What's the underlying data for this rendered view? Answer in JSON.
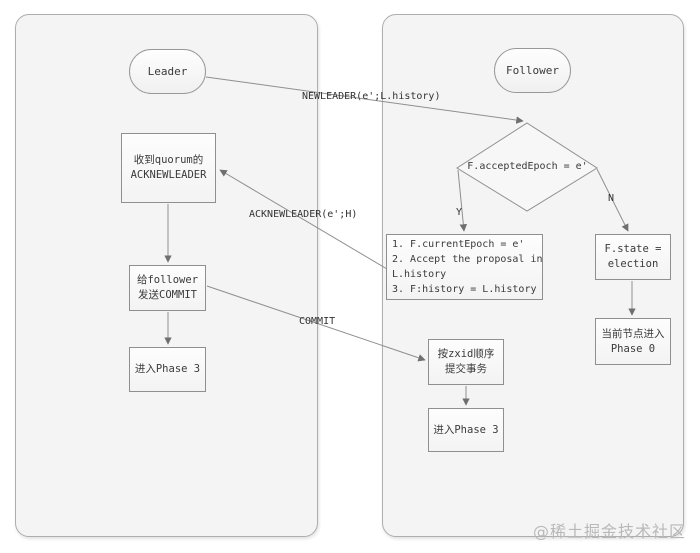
{
  "left_panel": {
    "start": "Leader",
    "recv_quorum_ack": {
      "line1": "收到quorum的",
      "line2": "ACKNEWLEADER"
    },
    "send_commit": {
      "line1": "给follower",
      "line2": "发送COMMIT"
    },
    "enter_phase3": "进入Phase 3"
  },
  "right_panel": {
    "start": "Follower",
    "decision": "F.acceptedEpoch = e'",
    "accept_steps": {
      "line1": "1. F.currentEpoch = e'",
      "line2": "2. Accept the proposal in",
      "line3": "L.history",
      "line4": "3. F:history = L.history"
    },
    "state_election": {
      "line1": "F.state =",
      "line2": "election"
    },
    "enter_phase0": {
      "line1": "当前节点进入",
      "line2": "Phase 0"
    },
    "commit_by_zxid": {
      "line1": "按zxid顺序",
      "line2": "提交事务"
    },
    "enter_phase3": "进入Phase 3"
  },
  "edge_labels": {
    "newleader": "NEWLEADER(e';L.history)",
    "acknewleader": "ACKNEWLEADER(e';H)",
    "commit": "COMMIT",
    "yes": "Y",
    "no": "N"
  },
  "watermark": "@稀土掘金技术社区",
  "colors": {
    "panel_fill": "#f4f4f4",
    "panel_border": "#aeaeae",
    "node_fill": "#fbfbfb",
    "node_border": "#8f8f8f",
    "edge": "#8f8f8f",
    "text": "#3b3b3b",
    "watermark": "#b9b9b9"
  }
}
